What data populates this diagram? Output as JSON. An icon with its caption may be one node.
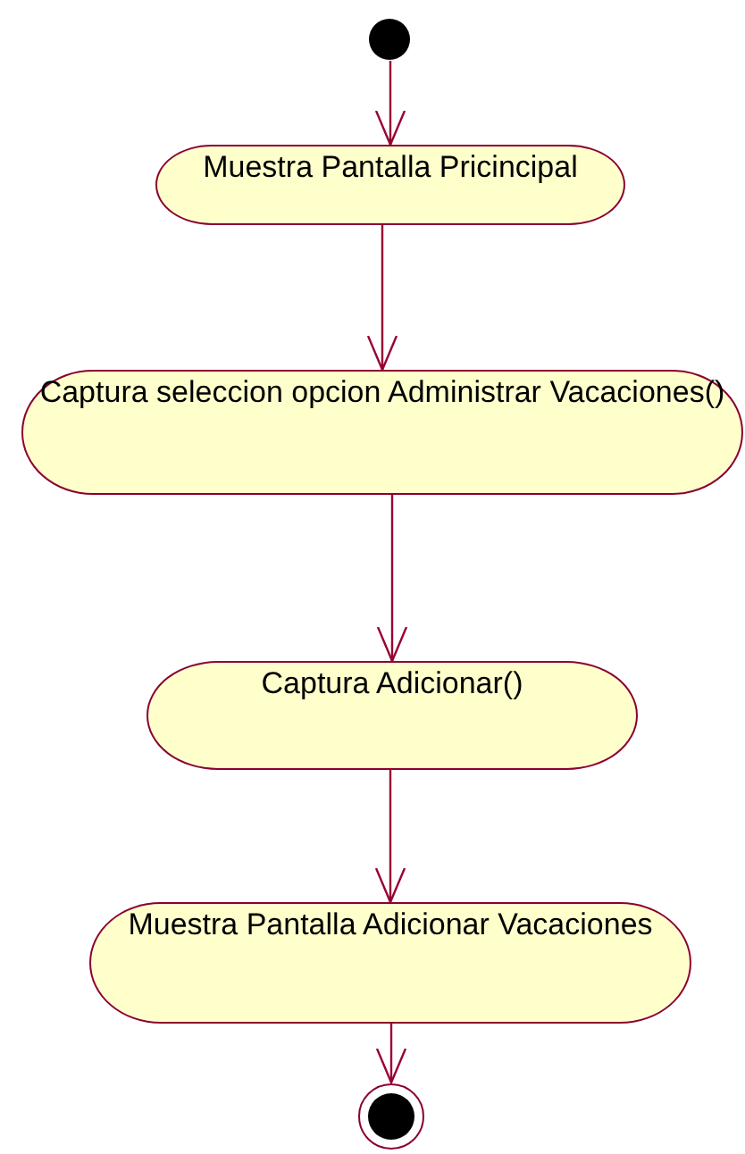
{
  "diagram": {
    "nodes": [
      {
        "text": [],
        "shape": "circle"
      },
      {
        "text": [
          "Muestra Pantalla Pricincipal"
        ]
      },
      {
        "text": [
          "Captura seleccion opcion Administrar Vacaciones()"
        ]
      },
      {
        "text": [
          "Captura Adicionar()"
        ]
      },
      {
        "text": [
          "Muestra Pantalla Adicionar Vacaciones"
        ]
      },
      {
        "text": [],
        "shape": "bullseye"
      }
    ],
    "edges": [
      {
        "from": 0,
        "to": 1,
        "arrow": "to"
      },
      {
        "from": 1,
        "to": 2,
        "arrow": "to"
      },
      {
        "from": 2,
        "to": 3,
        "arrow": "to"
      },
      {
        "from": 3,
        "to": 4,
        "arrow": "to"
      },
      {
        "from": 4,
        "to": 5,
        "arrow": "to"
      }
    ]
  }
}
